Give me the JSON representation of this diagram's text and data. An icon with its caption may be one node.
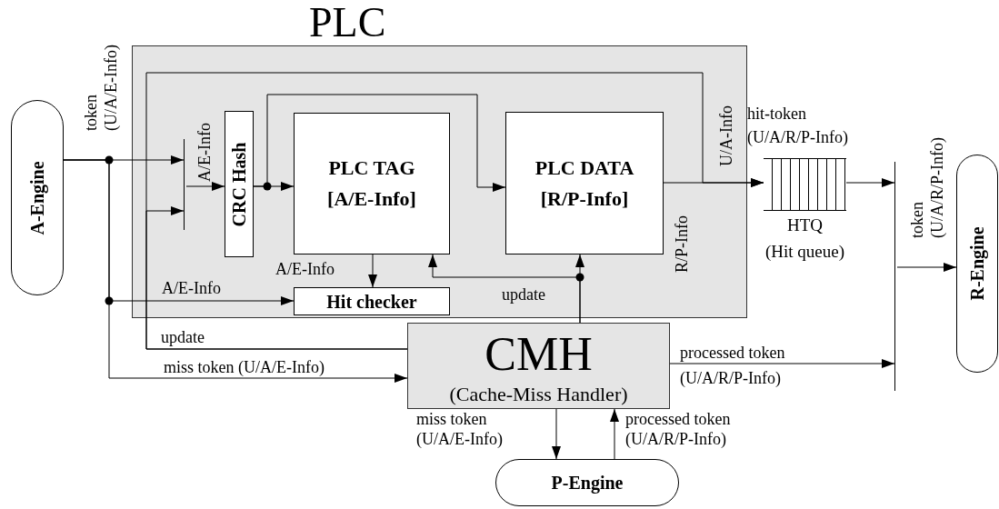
{
  "diagram": {
    "nodes": [
      {
        "text": [
          "A-Engine"
        ]
      },
      {
        "text": [
          "PLC"
        ]
      },
      {
        "text": [],
        "shape": "bar",
        "in": 1
      },
      {
        "text": [
          "CRC Hash"
        ],
        "in": 1
      },
      {
        "text": [
          "PLC TAG [A/E-Info]"
        ],
        "in": 1
      },
      {
        "text": [
          "PLC DATA [R/P-Info]"
        ],
        "in": 1
      },
      {
        "text": [
          "Hit checker"
        ],
        "in": 1
      },
      {
        "text": [
          "HTQ",
          "(Hit queue)"
        ]
      },
      {
        "text": [],
        "shape": "bar"
      },
      {
        "text": [
          "R-Engine"
        ]
      },
      {
        "text": [
          "CMH",
          "(Cache-Miss Handler)"
        ]
      },
      {
        "text": [
          "P-Engine"
        ]
      }
    ],
    "edges": [
      {
        "from": 0,
        "to": 2,
        "arrow": "to",
        "label": "token (U/A/E-Info)"
      },
      {
        "from": 0,
        "to": 6,
        "arrow": "to",
        "label": "A/E-Info"
      },
      {
        "from": 0,
        "to": 10,
        "arrow": "to",
        "label": "miss token (U/A/E-Info)"
      },
      {
        "from": 10,
        "to": 2,
        "arrow": "to",
        "label": "update"
      },
      {
        "from": 10,
        "to": 7,
        "arrow": "to",
        "label": "U/A-Info"
      },
      {
        "from": 2,
        "to": 3,
        "arrow": "to",
        "label": "A/E-Info"
      },
      {
        "from": 3,
        "to": 4,
        "arrow": "to"
      },
      {
        "from": 3,
        "to": 5,
        "arrow": "to"
      },
      {
        "from": 4,
        "to": 6,
        "arrow": "to",
        "label": "A/E-Info"
      },
      {
        "from": 10,
        "to": 4,
        "arrow": "to",
        "label": "update"
      },
      {
        "from": 10,
        "to": 5,
        "arrow": "to"
      },
      {
        "from": 5,
        "to": 7,
        "arrow": "to",
        "label": "R/P-Info"
      },
      {
        "from": 7,
        "to": 8,
        "arrow": "to"
      },
      {
        "from": 10,
        "to": 8,
        "arrow": "to",
        "label": "processed token (U/A/R/P-Info)"
      },
      {
        "from": 8,
        "to": 9,
        "arrow": "to",
        "label": "token (U/A/R/P-Info)"
      },
      {
        "from": 10,
        "to": 11,
        "arrow": "to",
        "label": "miss token (U/A/E-Info)"
      },
      {
        "from": 11,
        "to": 10,
        "arrow": "to",
        "label": "processed token (U/A/R/P-Info)"
      }
    ],
    "labels": [
      "hit-token (U/A/R/P-Info)"
    ]
  }
}
